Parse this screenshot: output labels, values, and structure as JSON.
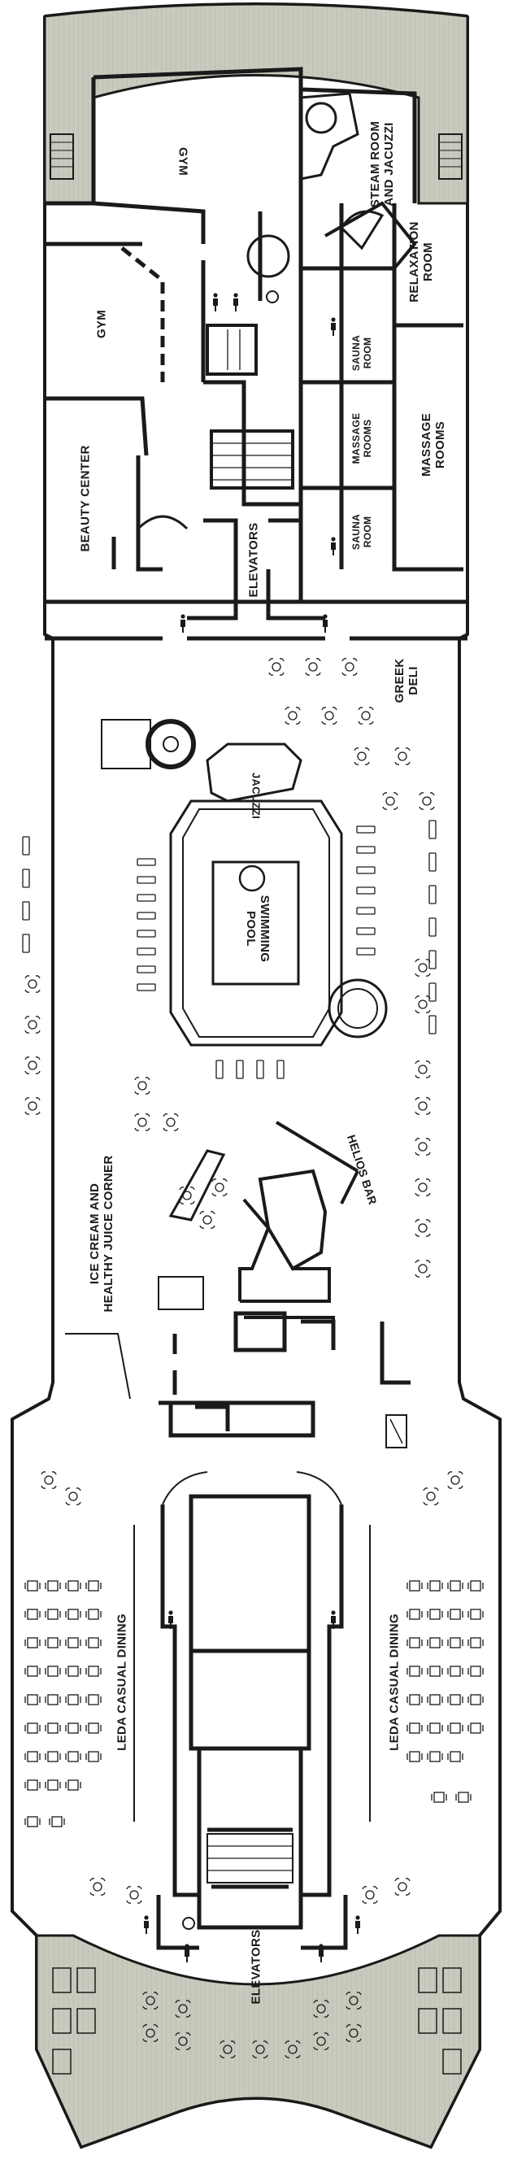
{
  "deck": {
    "rooms": {
      "gym_upper": "GYM",
      "gym_lower": "GYM",
      "steam_room_line1": "STEAM ROOM",
      "steam_room_line2": "AND JACUZZI",
      "relaxation_line1": "RELAXATION",
      "relaxation_line2": "ROOM",
      "sauna_upper_line1": "SAUNA",
      "sauna_upper_line2": "ROOM",
      "massage_small_line1": "MASSAGE",
      "massage_small_line2": "ROOMS",
      "sauna_lower_line1": "SAUNA",
      "sauna_lower_line2": "ROOM",
      "massage_large_line1": "MASSAGE",
      "massage_large_line2": "ROOMS",
      "beauty_center": "BEAUTY CENTER",
      "elevators_upper": "ELEVATORS",
      "greek_deli_line1": "GREEK",
      "greek_deli_line2": "DELI",
      "jacuzzi": "JACUZZI",
      "swimming_pool_line1": "SWIMMING",
      "swimming_pool_line2": "POOL",
      "helios_bar": "HELIOS BAR",
      "ice_cream_line1": "ICE CREAM AND",
      "ice_cream_line2": "HEALTHY JUICE CORNER",
      "leda_left": "LEDA CASUAL DINING",
      "leda_right": "LEDA CASUAL DINING",
      "elevators_lower": "ELEVATORS"
    },
    "colors": {
      "wall": "#1a1a1a",
      "deck_wood": "#c9c9bd",
      "background": "#ffffff"
    }
  }
}
